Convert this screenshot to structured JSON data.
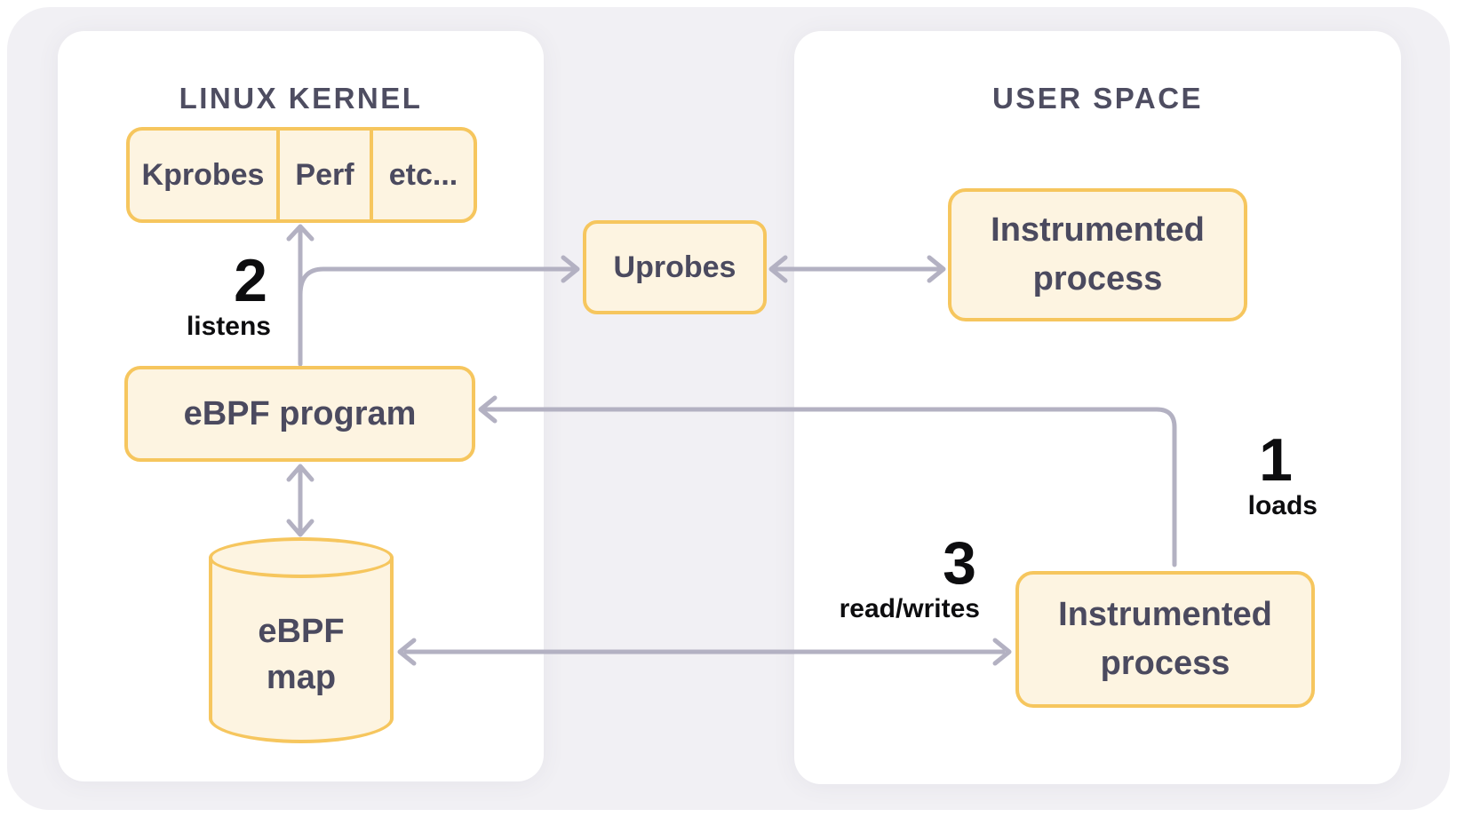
{
  "diagram": {
    "kernel": {
      "title": "LINUX KERNEL",
      "hooks": [
        "Kprobes",
        "Perf",
        "etc..."
      ],
      "program_label": "eBPF program",
      "map_label_line1": "eBPF",
      "map_label_line2": "map"
    },
    "user": {
      "title": "USER SPACE",
      "top_process_label": "Instrumented process",
      "bottom_process_label": "Instrumented process"
    },
    "uprobes_label": "Uprobes",
    "steps": {
      "loads": {
        "number": "1",
        "label": "loads"
      },
      "listens": {
        "number": "2",
        "label": "listens"
      },
      "read_writes": {
        "number": "3",
        "label": "read/writes"
      }
    },
    "colors": {
      "box_border": "#f6c65e",
      "box_fill": "#fdf4e1",
      "label_text": "#4b4a5f",
      "panel_title_text": "#4e4d61",
      "arrow": "#b3b1c2",
      "panel_bg": "#ffffff",
      "canvas_bg": "#f1f0f4",
      "step_text": "#0d0d0f"
    }
  }
}
